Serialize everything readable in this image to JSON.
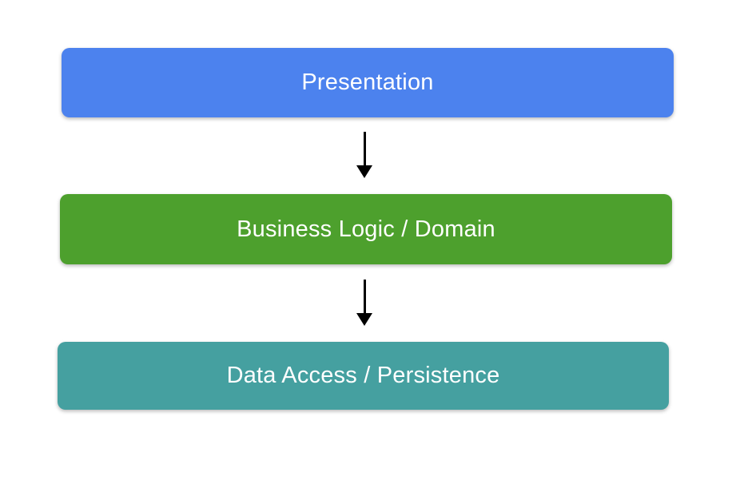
{
  "diagram": {
    "background_color": "#FFFFFF",
    "label_color": "#FFFFFF",
    "arrow_color": "#000000",
    "layers": [
      {
        "label": "Presentation",
        "color": "#4C82EE"
      },
      {
        "label": "Business Logic / Domain",
        "color": "#4DA02D"
      },
      {
        "label": "Data Access / Persistence",
        "color": "#45A0A0"
      }
    ],
    "arrows": [
      {
        "from": "Presentation",
        "to": "Business Logic / Domain",
        "direction": "down"
      },
      {
        "from": "Business Logic / Domain",
        "to": "Data Access / Persistence",
        "direction": "down"
      }
    ]
  }
}
